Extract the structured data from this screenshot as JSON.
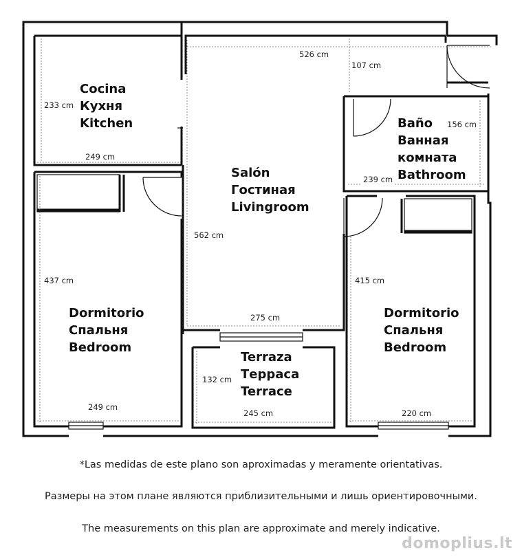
{
  "rooms": {
    "kitchen": [
      "Cocina",
      "Кухня",
      "Kitchen"
    ],
    "living": [
      "Salón",
      "Гостиная",
      "Livingroom"
    ],
    "bathroom": [
      "Baño",
      "Ванная",
      "комната",
      "Bathroom"
    ],
    "bedroom_left": [
      "Dormitorio",
      "Спальня",
      "Bedroom"
    ],
    "terrace": [
      "Terraza",
      "Терраса",
      "Terrace"
    ],
    "bedroom_right": [
      "Dormitorio",
      "Спальня",
      "Bedroom"
    ]
  },
  "dimensions": {
    "kitchen_height": "233 cm",
    "kitchen_width": "249 cm",
    "living_top_width": "526 cm",
    "entrance_depth": "107 cm",
    "bath_height": "156 cm",
    "bath_width": "239 cm",
    "living_height": "562 cm",
    "living_width": "275 cm",
    "bedroom_left_height": "437 cm",
    "bedroom_left_width": "249 cm",
    "terrace_height": "132 cm",
    "terrace_width": "245 cm",
    "bedroom_right_height": "415 cm",
    "bedroom_right_width": "220 cm"
  },
  "notes": {
    "es": "*Las medidas de este plano son aproximadas y meramente orientativas.",
    "ru": "Размеры на этом плане являются приблизительными и лишь ориентировочными.",
    "en": "The measurements on this plan are approximate and merely indicative."
  },
  "watermark": "domoplius.lt"
}
